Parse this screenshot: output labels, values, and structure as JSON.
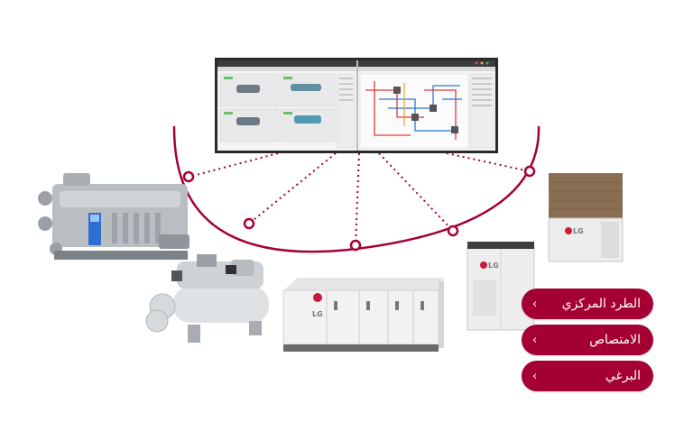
{
  "options": [
    {
      "label": "الطرد المركزي",
      "chevron": "‹"
    },
    {
      "label": "الامتصاص",
      "chevron": "‹"
    },
    {
      "label": "البرغي",
      "chevron": "‹"
    }
  ],
  "brand_mark": "LG",
  "colors": {
    "accent": "#a50034",
    "background": "#ffffff",
    "screen_frame": "#1f1f1f"
  },
  "icons": [
    "control-monitor-icon",
    "network-node-icon",
    "chevron-left-icon"
  ]
}
